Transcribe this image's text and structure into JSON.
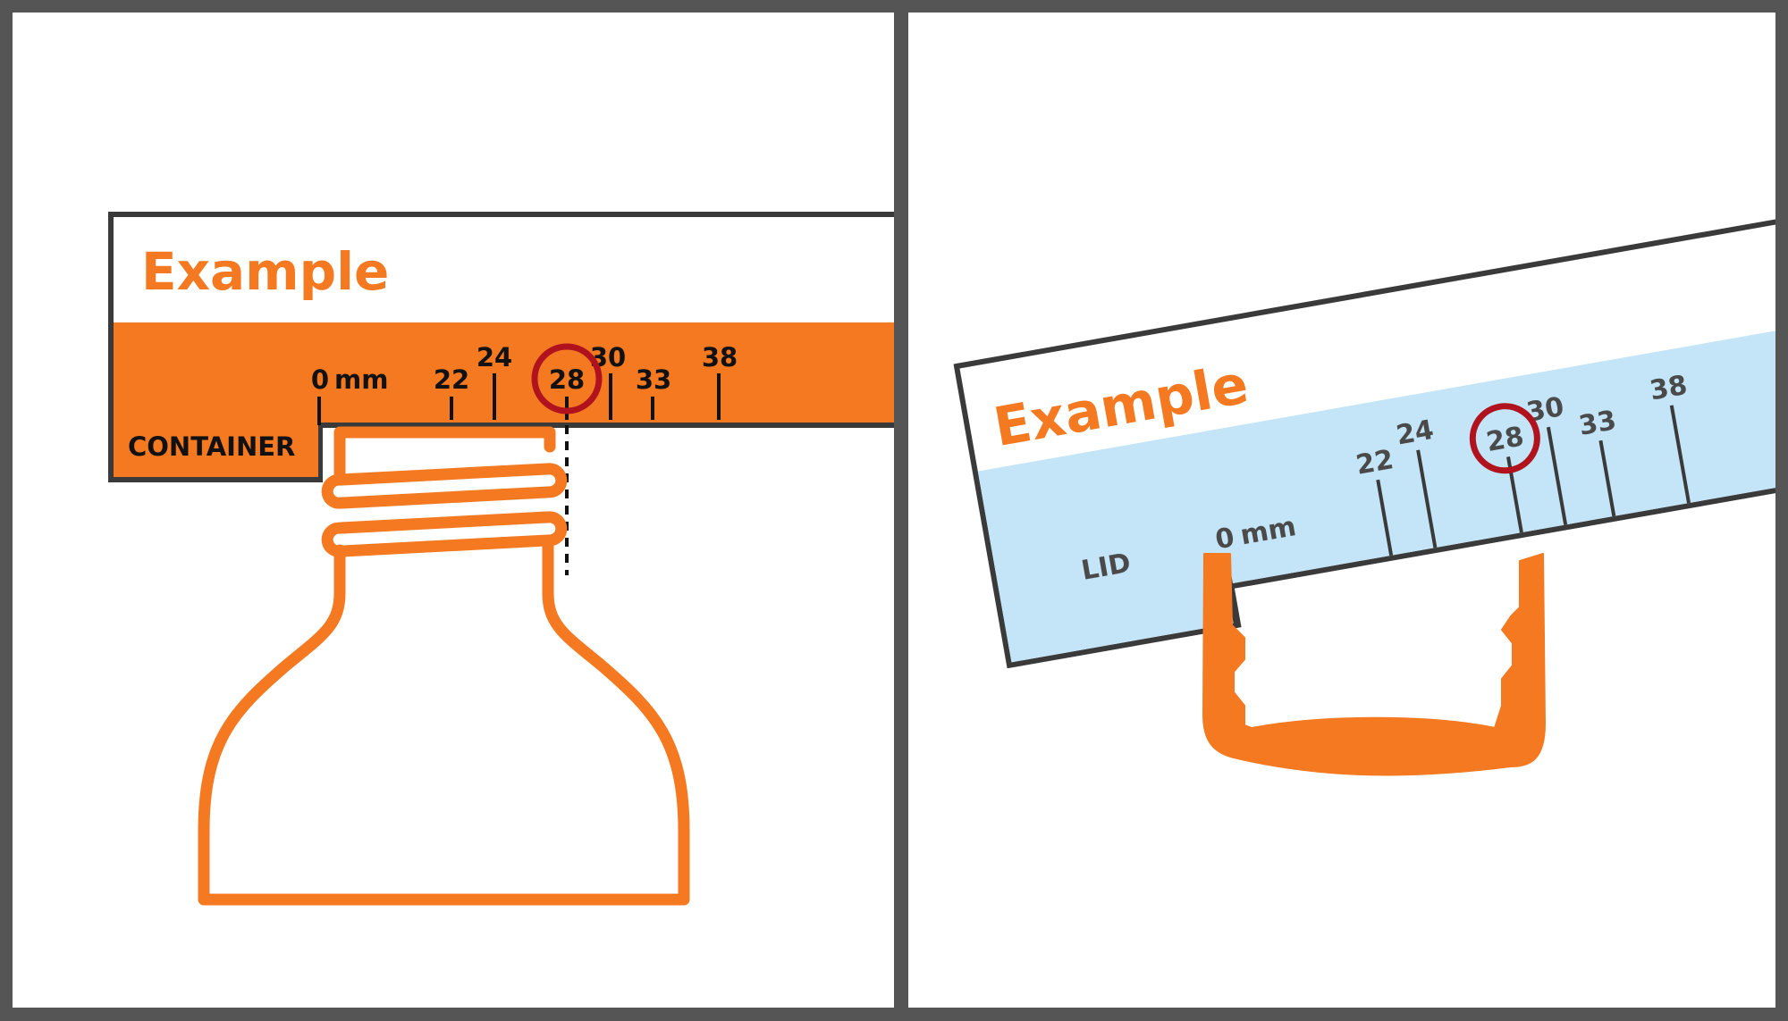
{
  "colors": {
    "frame": "#555555",
    "panel": "#ffffff",
    "outline": "#3a3a3a",
    "orange": "#f47920",
    "light_blue": "#c3e5f7",
    "highlight_red": "#b0131e",
    "tick_text_dark": "#111111",
    "tick_text_grey": "#4a4a4a"
  },
  "left_panel": {
    "card_title": "Example",
    "section_label": "CONTAINER",
    "scale_zero": "0",
    "scale_unit": "mm",
    "ticks": [
      "22",
      "24",
      "28",
      "30",
      "33",
      "38"
    ],
    "highlighted_tick": "28",
    "object": "bottle-icon"
  },
  "right_panel": {
    "card_title": "Example",
    "section_label": "LID",
    "scale_zero": "0",
    "scale_unit": "mm",
    "ticks": [
      "22",
      "24",
      "28",
      "30",
      "33",
      "38"
    ],
    "highlighted_tick": "28",
    "object": "lid-icon"
  }
}
